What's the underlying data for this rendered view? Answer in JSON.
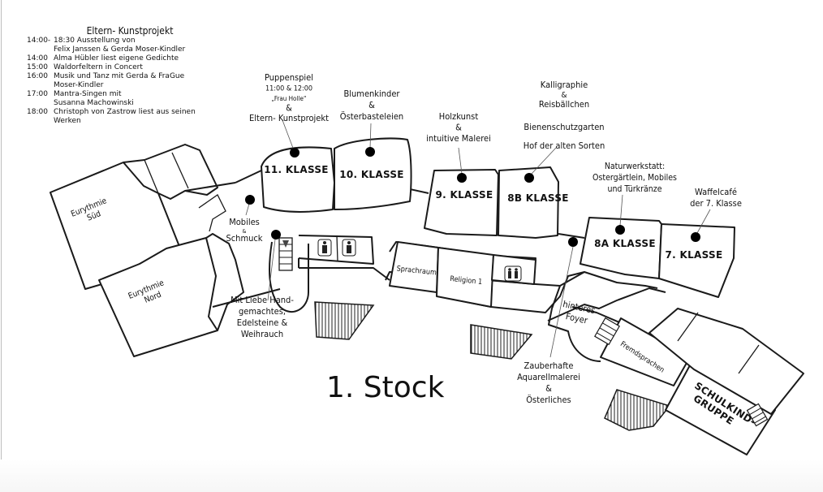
{
  "map": {
    "title": "1. Stock",
    "schedule": {
      "heading": "Eltern- Kunstprojekt",
      "entries": [
        {
          "time": "14:00-",
          "lines": [
            "18:30 Ausstellung von",
            "Felix Janssen & Gerda Moser-Kindler"
          ]
        },
        {
          "time": "14:00",
          "lines": [
            "Alma Hübler liest eigene Gedichte"
          ]
        },
        {
          "time": "15:00",
          "lines": [
            "Waldorfeltern in Concert"
          ]
        },
        {
          "time": "16:00",
          "lines": [
            "Musik und Tanz mit Gerda & FraGue",
            "Moser-Kindler"
          ]
        },
        {
          "time": "17:00",
          "lines": [
            "Mantra-Singen mit",
            "Susanna Machowinski"
          ]
        },
        {
          "time": "18:00",
          "lines": [
            "Christoph von Zastrow liest aus seinen",
            "Werken"
          ]
        }
      ]
    },
    "rooms": {
      "klasse11": "11. KLASSE",
      "klasse10": "10. KLASSE",
      "klasse9": "9. KLASSE",
      "klasse8b": "8B KLASSE",
      "klasse8a": "8A KLASSE",
      "klasse7": "7. KLASSE",
      "eurythmie_sued": [
        "Eurythmie",
        "Süd"
      ],
      "eurythmie_nord": [
        "Eurythmie",
        "Nord"
      ],
      "sprachraum": "Sprachraum",
      "religion": "Religion 1",
      "hinteres_foyer": [
        "hinteres",
        "Foyer"
      ],
      "fremdsprachen": "Fremdsprachen",
      "schulkindgruppe": [
        "SCHULKIND-",
        "GRUPPE"
      ]
    },
    "activities": {
      "puppenspiel": [
        "Puppenspiel",
        "11:00 & 12:00",
        "„Frau Holle“",
        "&",
        "Eltern- Kunstprojekt"
      ],
      "blumenkinder": [
        "Blumenkinder",
        "&",
        "Österbasteleien"
      ],
      "holzkunst": [
        "Holzkunst",
        "&",
        "intuitive Malerei"
      ],
      "kalligraphie": [
        "Kalligraphie",
        "&",
        "Reisbällchen"
      ],
      "bienenschutz": "Bienenschutzgarten",
      "hof": "Hof der alten Sorten",
      "naturwerkstatt": [
        "Naturwerkstatt:",
        "Ostergärtlein, Mobiles",
        "und Türkränze"
      ],
      "waffelcafe": [
        "Waffelcafé",
        "der 7. Klasse"
      ],
      "mobiles": [
        "Mobiles",
        "&",
        "Schmuck"
      ],
      "handgemacht": [
        "Mit Liebe Hand-",
        "gemachtes,",
        "Edelsteine &",
        "Weihrauch"
      ],
      "aquarell": [
        "Zauberhafte",
        "Aquarellmalerei",
        "&",
        "Österliches"
      ]
    },
    "icons": {
      "toilet": "restroom-icon",
      "stairs": "stairs-icon",
      "marker": "location-dot-icon"
    }
  }
}
